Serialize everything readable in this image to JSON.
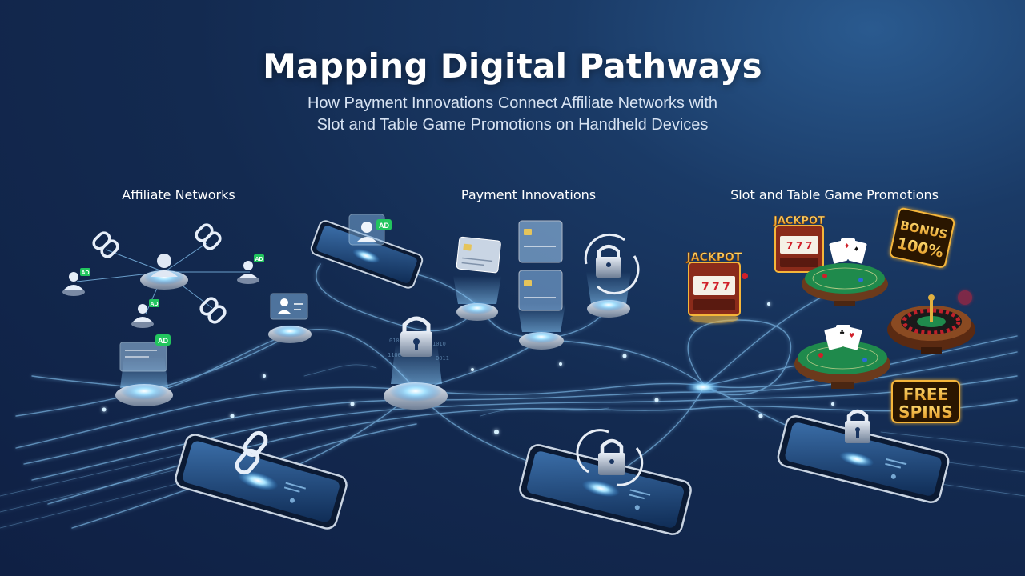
{
  "header": {
    "title": "Mapping Digital Pathways",
    "subtitle_line1": "How Payment Innovations Connect Affiliate Networks with",
    "subtitle_line2": "Slot and Table Game Promotions on Handheld Devices"
  },
  "columns": {
    "affiliate": "Affiliate Networks",
    "payment": "Payment Innovations",
    "promotions": "Slot and Table Game Promotions"
  },
  "badges": {
    "ad": "AD",
    "jackpot": "JACKPOT",
    "bonus_line1": "BONUS",
    "bonus_line2": "100%",
    "free_line1": "FREE",
    "free_line2": "SPINS"
  },
  "colors": {
    "background": "#132a50",
    "path_glow": "#8fd0ff",
    "node_core": "#bfe8ff",
    "ad_badge": "#22c55e",
    "gold": "#f5b63a",
    "felt": "#1f8a4c"
  }
}
